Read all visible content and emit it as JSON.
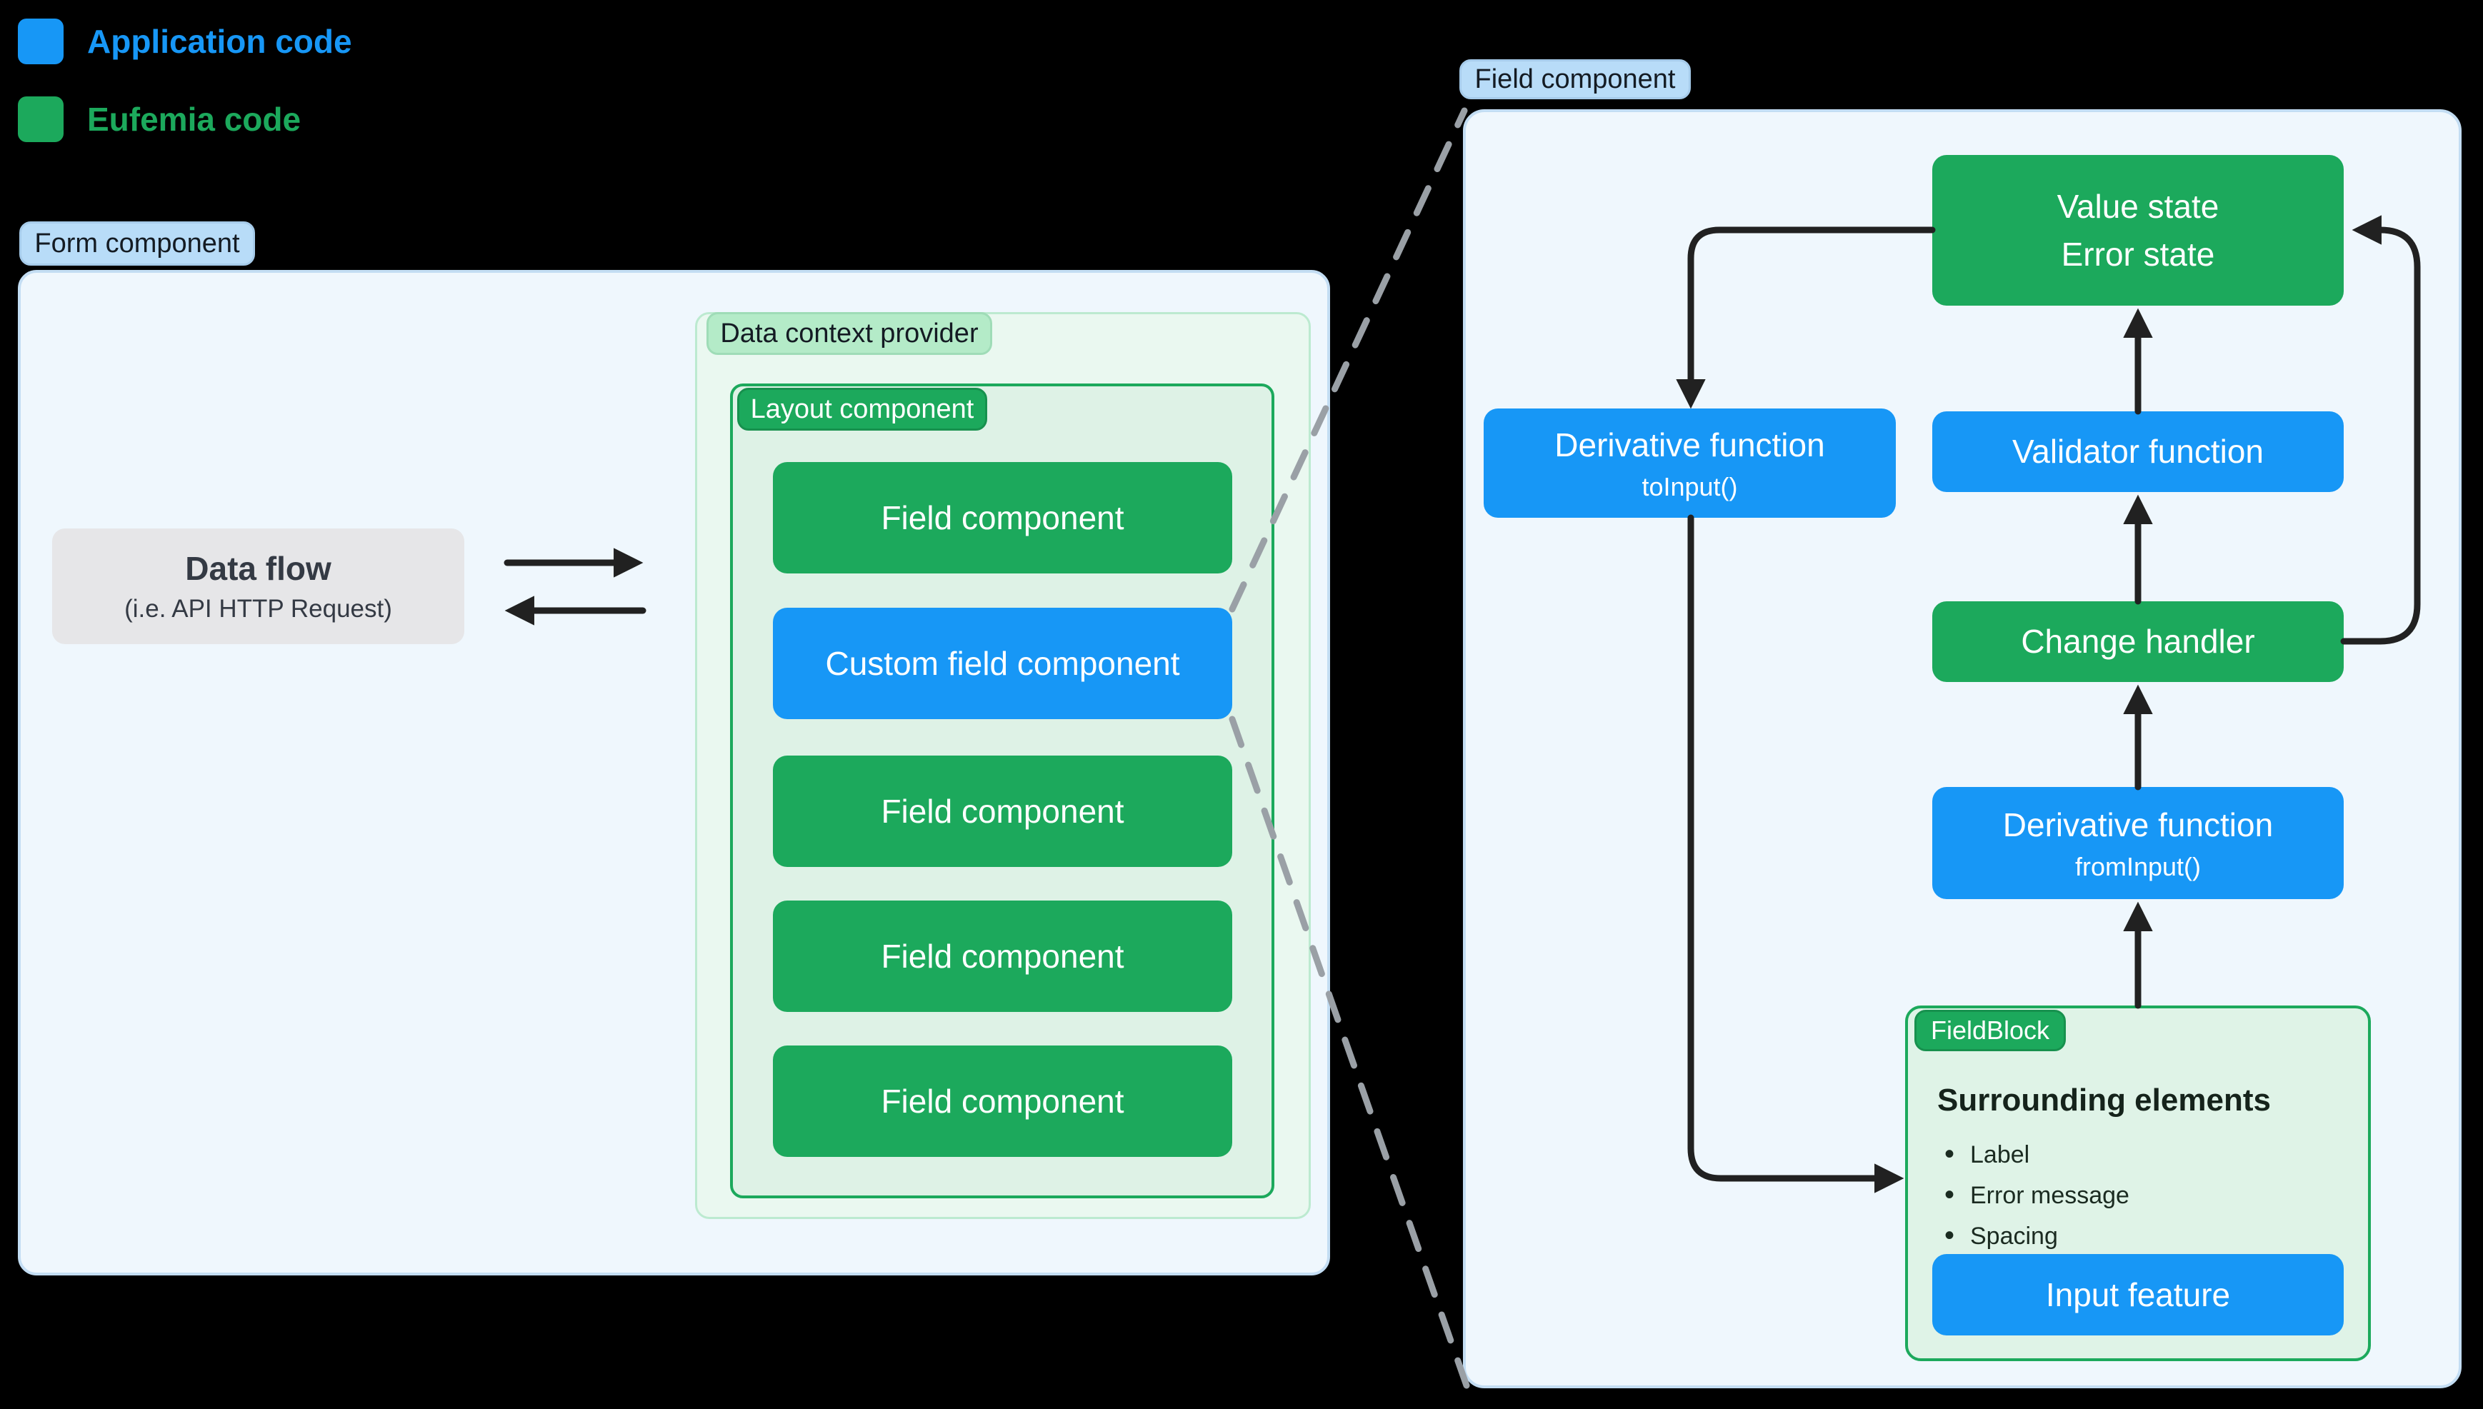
{
  "colors": {
    "application_blue": "#1797f6",
    "eufemia_green": "#1ca95c",
    "label_pill_blue": "#b8dcf8",
    "label_pill_green": "#b4ebc8",
    "panel_light_blue": "#eff7fd",
    "panel_light_green": "#eaf8f0",
    "panel_inner_green": "#def2e6",
    "data_flow_gray": "#e6e6e8",
    "arrow_black": "#212121",
    "dashed_gray": "#9aa0a6"
  },
  "legend": {
    "items": [
      {
        "label": "Application code",
        "color": "#1797f6"
      },
      {
        "label": "Eufemia code",
        "color": "#1ca95c"
      }
    ]
  },
  "form_section": {
    "label": "Form component",
    "data_flow": {
      "title": "Data flow",
      "subtitle": "(i.e. API HTTP Request)"
    },
    "data_context": {
      "label": "Data context provider",
      "layout": {
        "label": "Layout component",
        "fields": [
          {
            "label": "Field component",
            "type": "eufemia"
          },
          {
            "label": "Custom field component",
            "type": "application"
          },
          {
            "label": "Field component",
            "type": "eufemia"
          },
          {
            "label": "Field component",
            "type": "eufemia"
          },
          {
            "label": "Field component",
            "type": "eufemia"
          }
        ]
      }
    }
  },
  "field_section": {
    "label": "Field component",
    "value_state": {
      "line1": "Value state",
      "line2": "Error state"
    },
    "derivative_to_input": {
      "title": "Derivative function",
      "subtitle": "toInput()"
    },
    "validator": {
      "title": "Validator function"
    },
    "change_handler": {
      "title": "Change handler"
    },
    "derivative_from_input": {
      "title": "Derivative function",
      "subtitle": "fromInput()"
    },
    "field_block": {
      "label": "FieldBlock",
      "heading": "Surrounding elements",
      "bullets": [
        "Label",
        "Error message",
        "Spacing"
      ],
      "input_feature": "Input feature"
    }
  }
}
